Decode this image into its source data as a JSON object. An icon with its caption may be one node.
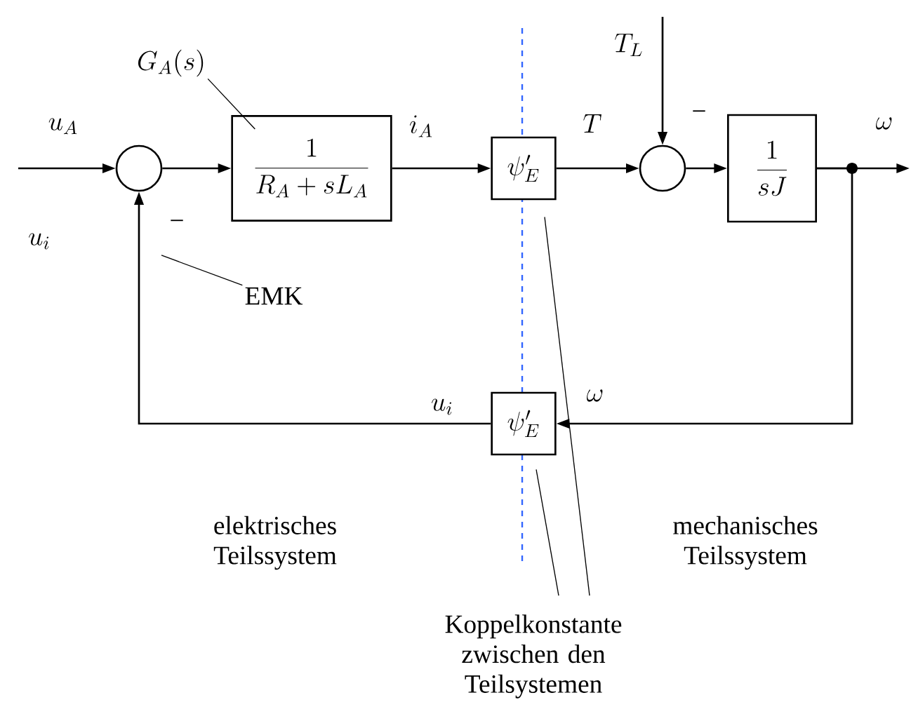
{
  "diagram": {
    "nodes": [
      {
        "text": [],
        "shape": "circle"
      },
      {
        "text": [
          "\\frac{1}{R_A + sL_A}"
        ]
      },
      {
        "text": [
          "\\psi'_E"
        ]
      },
      {
        "text": [],
        "shape": "circle"
      },
      {
        "text": [
          "\\frac{1}{sJ}"
        ]
      },
      {
        "text": [
          "\\psi'_E"
        ]
      },
      {
        "text": [
          "G_A(s)"
        ]
      },
      {
        "text": [
          "EMK"
        ]
      },
      {
        "text": [
          "Koppelkonstante zwischen den Teilsystemen"
        ]
      }
    ],
    "edges": [
      {
        "from": null,
        "to": 0,
        "arrow": "to",
        "label": "u_A"
      },
      {
        "from": 0,
        "to": 1,
        "arrow": "to"
      },
      {
        "from": 1,
        "to": 2,
        "arrow": "to",
        "label": "i_A"
      },
      {
        "from": 2,
        "to": 3,
        "arrow": "to",
        "label": "T"
      },
      {
        "from": null,
        "to": 3,
        "arrow": "to",
        "label": "T_L"
      },
      {
        "from": 3,
        "to": 4,
        "arrow": "to"
      },
      {
        "from": 4,
        "to": null,
        "arrow": "to",
        "label": "\\omega"
      },
      {
        "from": 4,
        "to": 5,
        "arrow": "to",
        "label": "\\omega"
      },
      {
        "from": 5,
        "to": 0,
        "arrow": "to",
        "label": "u_i"
      },
      {
        "from": 6,
        "to": 1,
        "arrow": "none"
      },
      {
        "from": 7,
        "to": null,
        "arrow": "none"
      },
      {
        "from": 8,
        "to": 2,
        "arrow": "none"
      },
      {
        "from": 8,
        "to": 5,
        "arrow": "none"
      }
    ],
    "labels": [
      "−",
      "u_i",
      "−",
      "elektrisches Teilssystem",
      "mechanisches Teilssystem"
    ]
  }
}
